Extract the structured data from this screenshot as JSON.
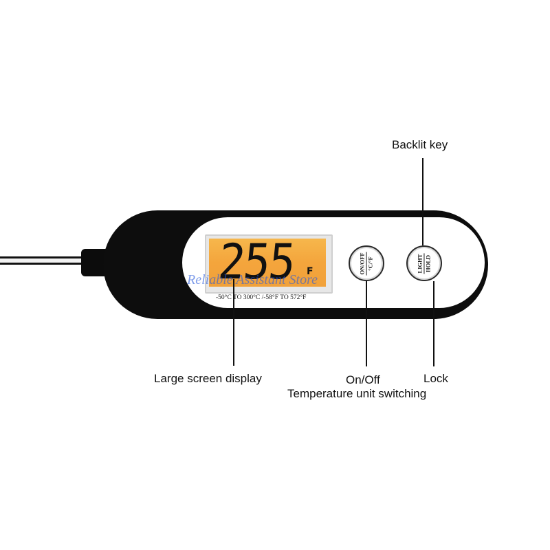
{
  "display": {
    "reading": "255",
    "unit": "F",
    "range": "-50°C TO 300°C /-58°F TO 572°F"
  },
  "buttons": {
    "onoff": {
      "top": "ON/OFF",
      "bottom": "°C/°F"
    },
    "light": {
      "top": "LIGHT",
      "bottom": "HOLD"
    }
  },
  "labels": {
    "backlit": "Backlit key",
    "large_screen": "Large screen display",
    "onoff": "On/Off",
    "unit_switch": "Temperature unit switching",
    "lock": "Lock"
  },
  "watermark": "Reliable Assistant Store",
  "colors": {
    "body": "#0d0d0d",
    "lcd_backlight": "#f4a53c",
    "watermark": "#285adc"
  }
}
